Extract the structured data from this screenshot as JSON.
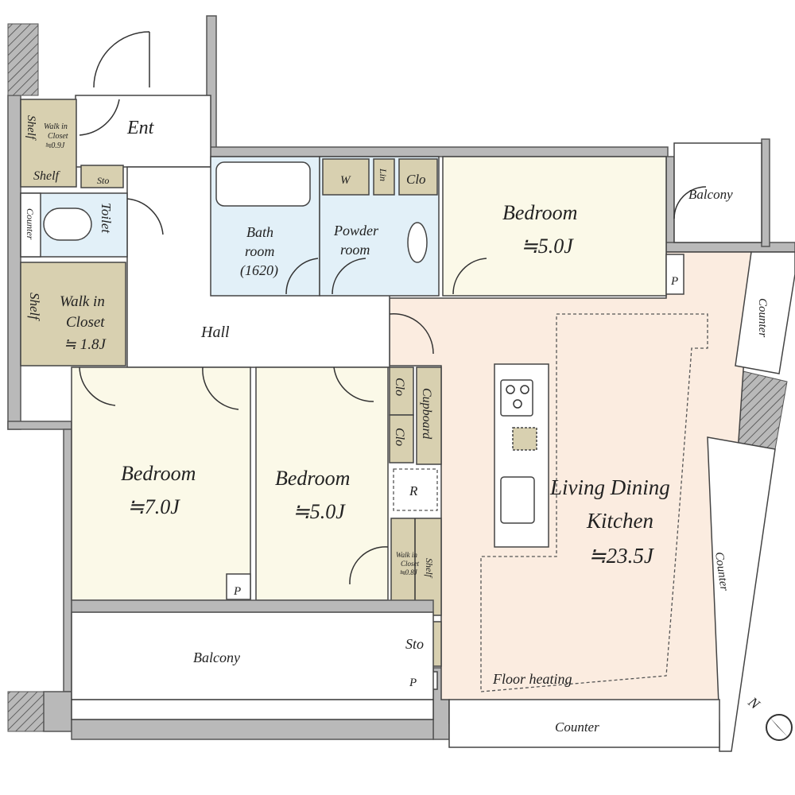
{
  "plan": {
    "entrance": "Ent",
    "hall": "Hall",
    "wic_small": {
      "line1": "Walk in",
      "line2": "Closet",
      "size": "≒0.9J"
    },
    "shelf": "Shelf",
    "sto": "Sto",
    "counter": "Counter",
    "toilet": "Toilet",
    "wic_main": {
      "line1": "Walk in",
      "line2": "Closet",
      "size": "≒ 1.8J"
    },
    "bath": {
      "line1": "Bath",
      "line2": "room",
      "line3": "(1620)"
    },
    "powder": {
      "line1": "Powder",
      "line2": "room"
    },
    "washer": "W",
    "linen": "Lin",
    "closet": "Clo",
    "bedroom_label": "Bedroom",
    "bedroom_ne_size": "≒5.0J",
    "bedroom_w_size": "≒7.0J",
    "bedroom_c_size": "≒5.0J",
    "balcony": "Balcony",
    "pipe": "P",
    "cupboard": "Cupboard",
    "fridge": "R",
    "wic_kitchen": {
      "line1": "Walk in",
      "line2": "Closet",
      "size": "≒0.8J"
    },
    "ldk": {
      "line1": "Living Dining",
      "line2": "Kitchen",
      "size": "≒23.5J"
    },
    "floor_heating": "Floor heating",
    "compass": "N"
  },
  "colors": {
    "wall": "#b9b9b9",
    "closet": "#d8d0b0",
    "bedroom": "#fbf9e8",
    "wet": "#e2f0f8",
    "ldk": "#fbece0"
  }
}
